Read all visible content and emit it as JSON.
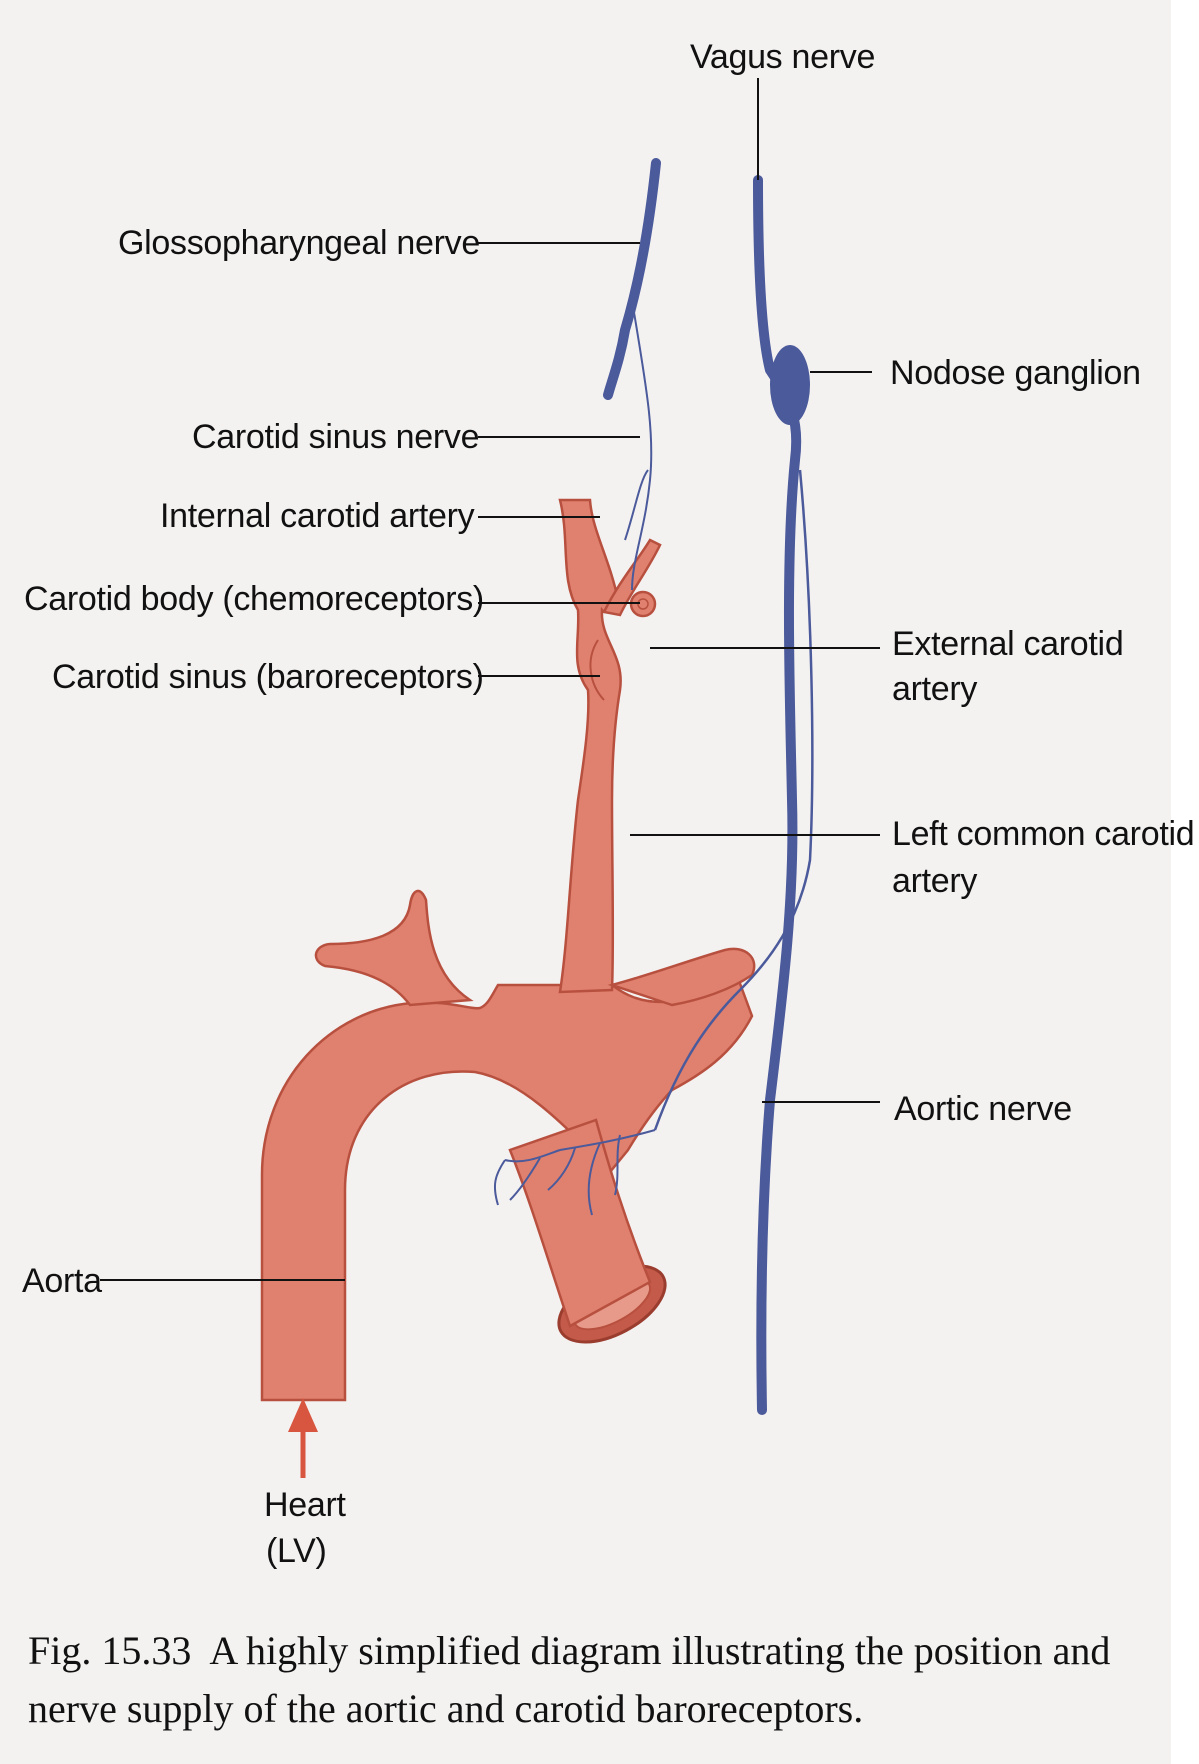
{
  "labels": {
    "vagus_nerve": "Vagus nerve",
    "glossopharyngeal_nerve": "Glossopharyngeal nerve",
    "nodose_ganglion": "Nodose ganglion",
    "carotid_sinus_nerve": "Carotid sinus nerve",
    "internal_carotid_artery": "Internal carotid artery",
    "carotid_body": "Carotid body (chemoreceptors)",
    "carotid_sinus": "Carotid sinus (baroreceptors)",
    "external_carotid_artery_line1": "External carotid",
    "external_carotid_artery_line2": "artery",
    "left_common_carotid_artery_line1": "Left common carotid",
    "left_common_carotid_artery_line2": "artery",
    "aortic_nerve": "Aortic nerve",
    "aorta": "Aorta",
    "heart_line1": "Heart",
    "heart_line2": "(LV)"
  },
  "caption": {
    "number": "Fig. 15.33",
    "text": "A highly simplified diagram illustrating the position and nerve supply of the aortic and carotid baroreceptors."
  },
  "colors": {
    "artery_fill": "#e0806e",
    "artery_outline": "#b8503f",
    "nerve": "#4b5a9b",
    "heart_arrow": "#d8553f",
    "leader_line": "#111111"
  }
}
